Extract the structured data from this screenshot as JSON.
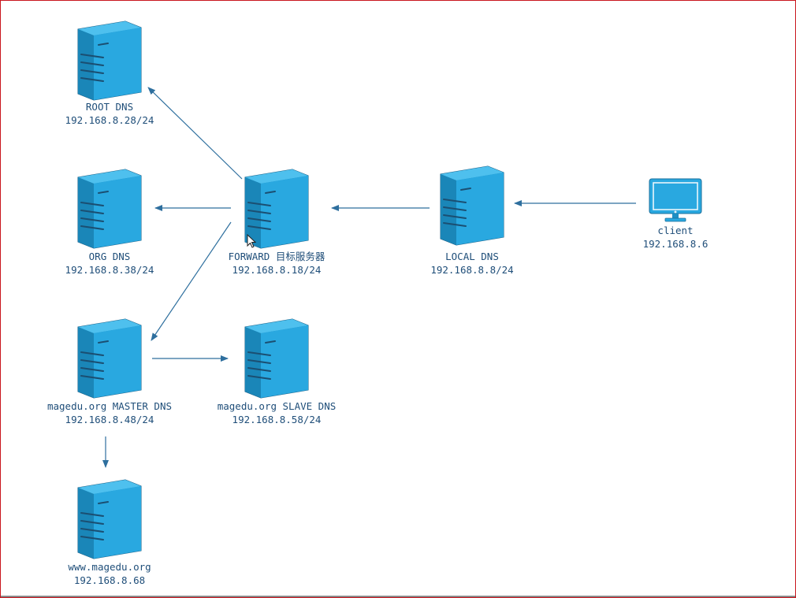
{
  "diagram": {
    "border_color": "#c9161e",
    "server_color": "#29a8e0",
    "arrow_color": "#2e6f9e",
    "nodes": {
      "root": {
        "name": "ROOT DNS",
        "ip": "192.168.8.28/24",
        "icon": "server-icon"
      },
      "org": {
        "name": "ORG DNS",
        "ip": "192.168.8.38/24",
        "icon": "server-icon"
      },
      "forward": {
        "name": "FORWARD 目标服务器",
        "ip": "192.168.8.18/24",
        "icon": "server-icon"
      },
      "local": {
        "name": "LOCAL DNS",
        "ip": "192.168.8.8/24",
        "icon": "server-icon"
      },
      "client": {
        "name": "client",
        "ip": "192.168.8.6",
        "icon": "monitor-icon"
      },
      "master": {
        "name": "magedu.org MASTER DNS",
        "ip": "192.168.8.48/24",
        "icon": "server-icon"
      },
      "slave": {
        "name": "magedu.org SLAVE DNS",
        "ip": "192.168.8.58/24",
        "icon": "server-icon"
      },
      "www": {
        "name": "www.magedu.org",
        "ip": "192.168.8.68",
        "icon": "server-icon"
      }
    },
    "edges": [
      {
        "from": "client",
        "to": "local"
      },
      {
        "from": "local",
        "to": "forward"
      },
      {
        "from": "forward",
        "to": "root"
      },
      {
        "from": "forward",
        "to": "org"
      },
      {
        "from": "forward",
        "to": "master"
      },
      {
        "from": "master",
        "to": "slave"
      },
      {
        "from": "master",
        "to": "www"
      }
    ]
  }
}
